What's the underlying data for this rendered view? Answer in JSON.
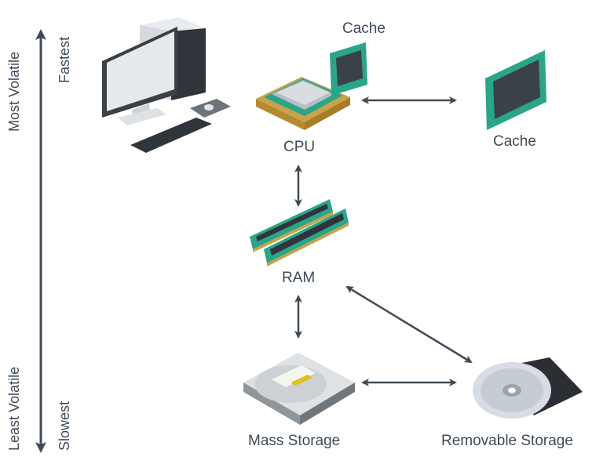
{
  "axis": {
    "left_top": "Most Volatile",
    "left_bottom": "Least Volatile",
    "right_top": "Fastest",
    "right_bottom": "Slowest"
  },
  "nodes": {
    "cache_top": "Cache",
    "cpu": "CPU",
    "cache_right": "Cache",
    "ram": "RAM",
    "mass_storage": "Mass Storage",
    "removable_storage": "Removable Storage"
  },
  "colors": {
    "text": "#3f4b57",
    "arrow": "#404b56",
    "circuit_board": "#2aa58a",
    "chip": "#3b4148"
  }
}
